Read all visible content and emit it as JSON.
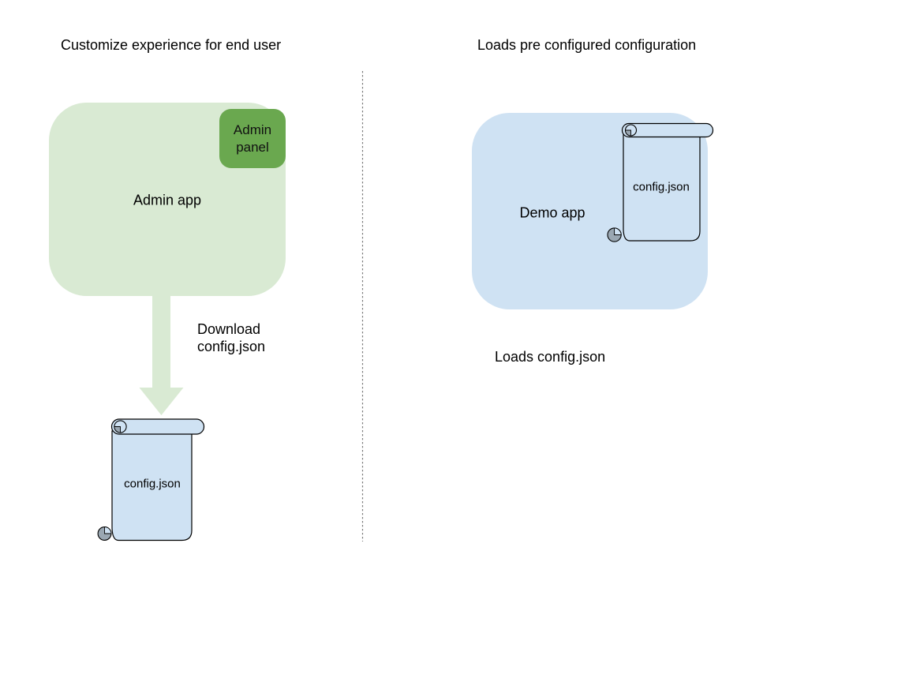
{
  "left": {
    "title": "Customize experience for end user",
    "admin_app_label": "Admin app",
    "admin_panel_label": "Admin\npanel",
    "download_label": "Download\nconfig.json",
    "config_file_label": "config.json"
  },
  "right": {
    "title": "Loads pre configured configuration",
    "demo_app_label": "Demo app",
    "config_file_label": "config.json",
    "loads_label": "Loads config.json"
  },
  "colors": {
    "light_green_fill": "#d9ead3",
    "green_fill": "#6aa84f",
    "light_blue_fill": "#cfe2f3",
    "shape_outline": "#000000",
    "scroll_curl_gray": "#9aa7b2",
    "divider_gray": "#7a7a7a"
  }
}
